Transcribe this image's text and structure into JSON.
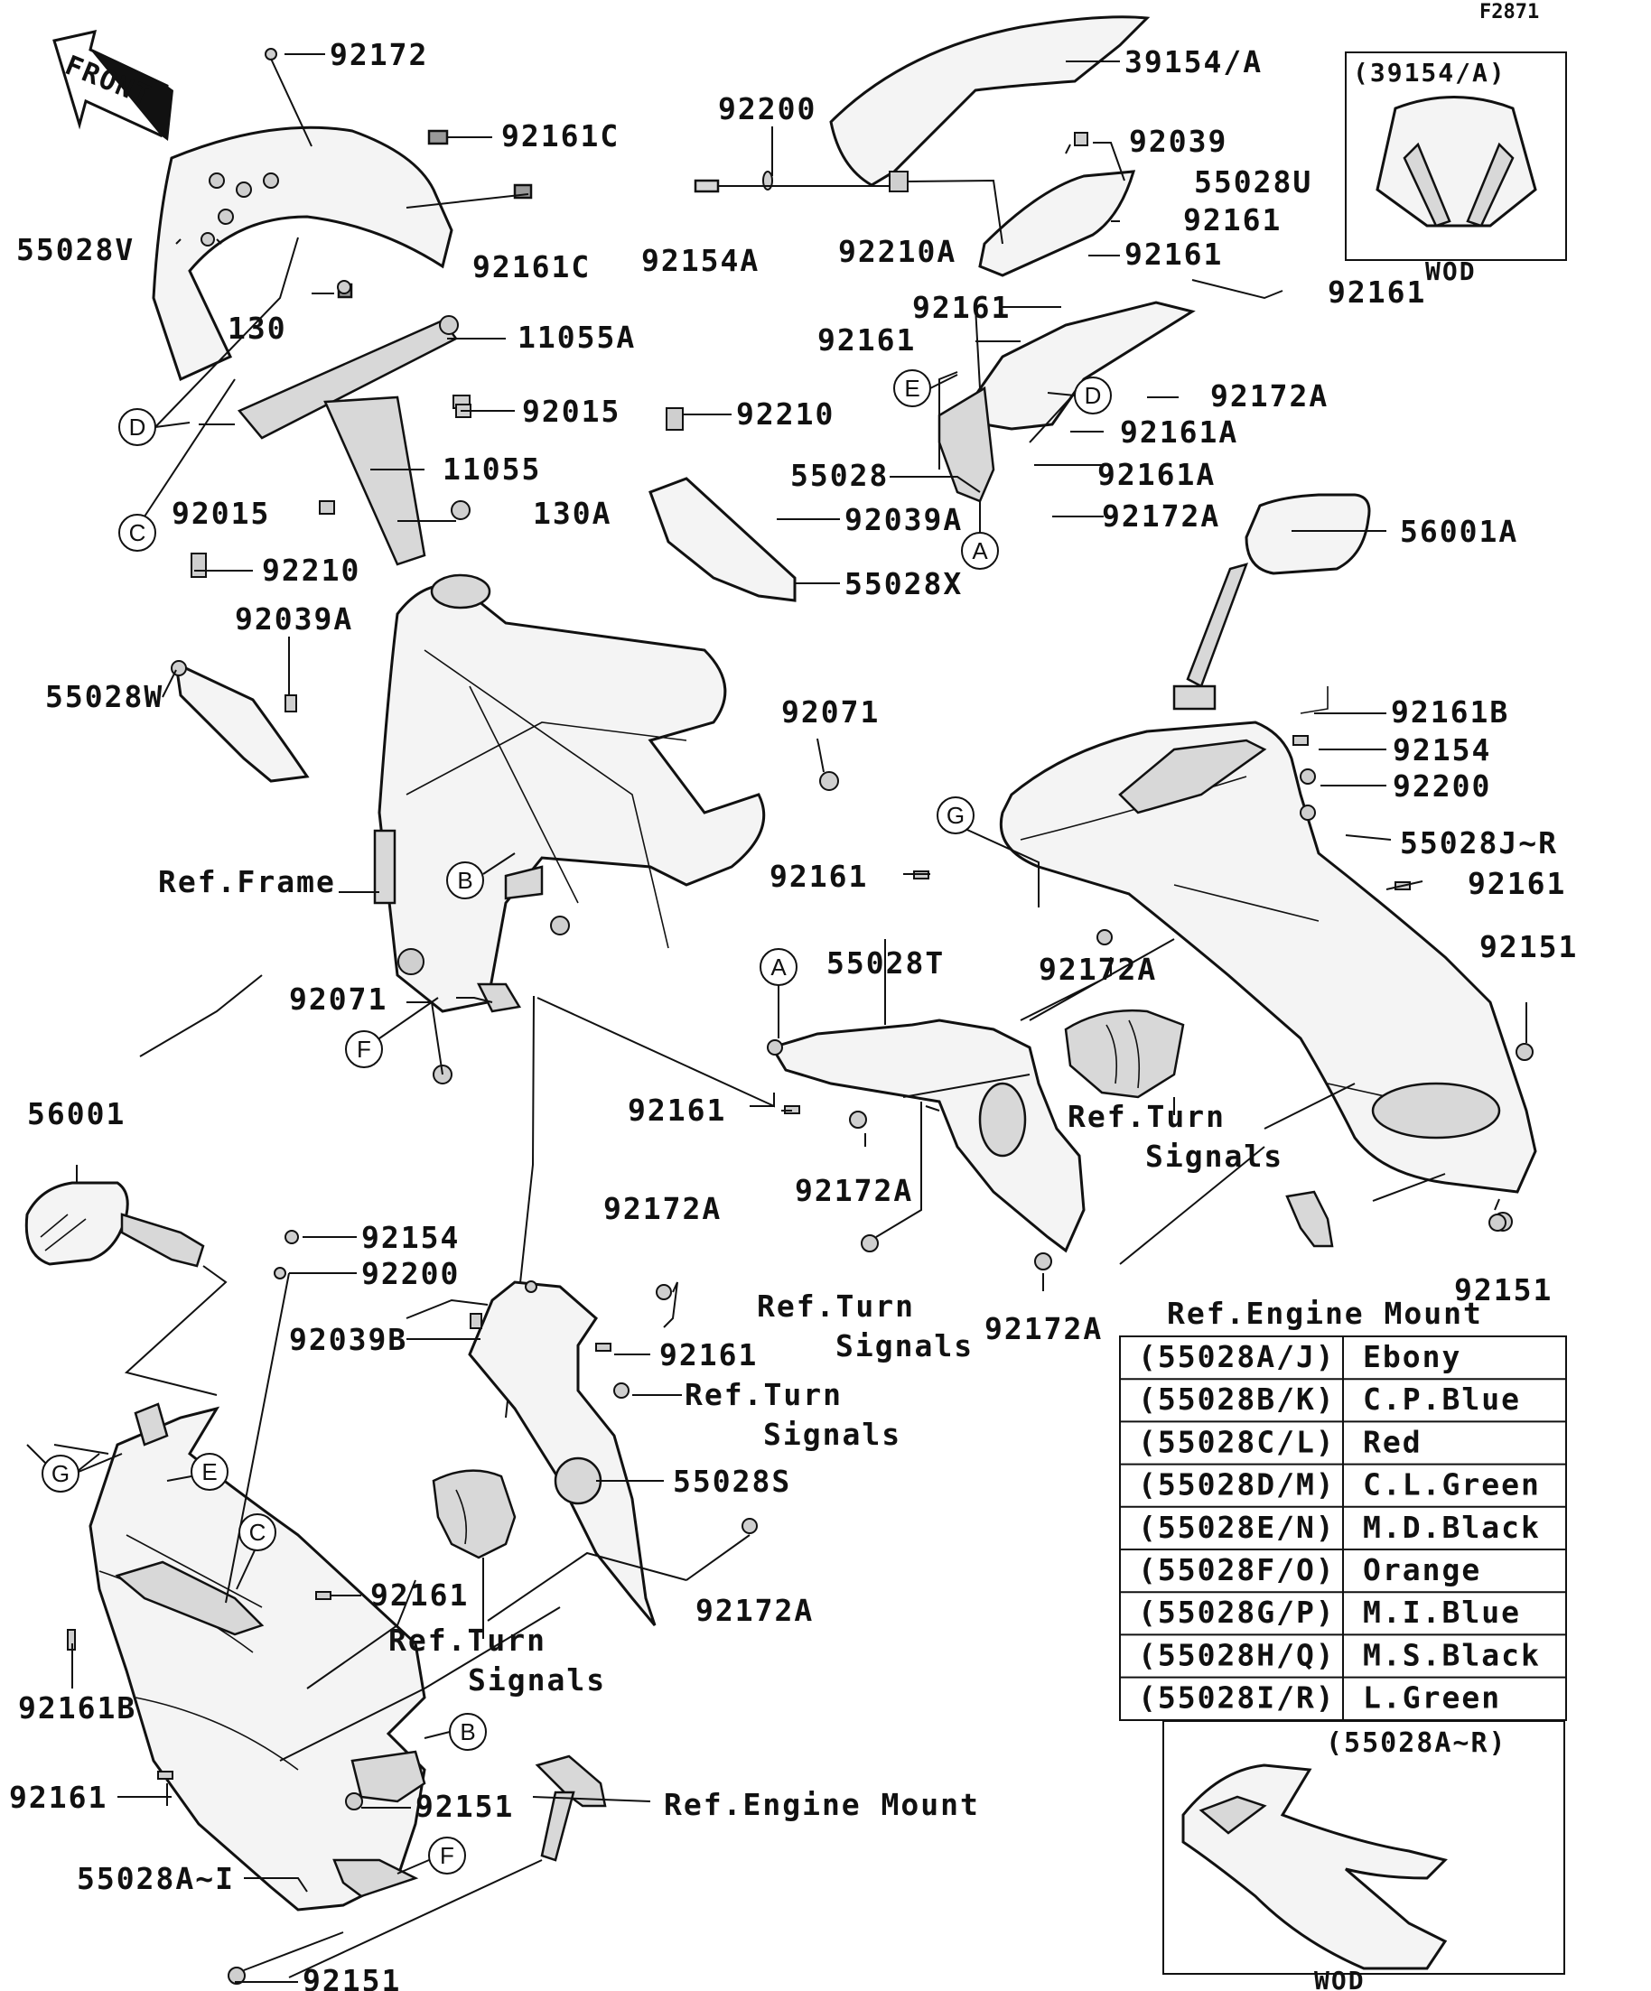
{
  "diagram_code": "F2871",
  "front_arrow_label": "FRONT",
  "labels": {
    "p92172": "92172",
    "p92161C_a": "92161C",
    "p92161C_b": "92161C",
    "p55028V": "55028V",
    "p130": "130",
    "p11055A": "11055A",
    "p92015_a": "92015",
    "p92015_b": "92015",
    "p11055": "11055",
    "p130A": "130A",
    "p92210_a": "92210",
    "p92039A_a": "92039A",
    "p55028W": "55028W",
    "p92200_a": "92200",
    "p92154A": "92154A",
    "p92210A": "92210A",
    "p39154A": "39154/A",
    "p92039": "92039",
    "p55028U": "55028U",
    "p92161_1": "92161",
    "p92161_2": "92161",
    "p92161_3": "92161",
    "p92161_4": "92161",
    "p92161_5": "92161",
    "p92172A_1": "92172A",
    "p92161A_1": "92161A",
    "p92161A_2": "92161A",
    "p92172A_2": "92172A",
    "p55028": "55028",
    "p92210_b": "92210",
    "p92039A_b": "92039A",
    "p55028X": "55028X",
    "p56001A": "56001A",
    "p92071_a": "92071",
    "p92071_b": "92071",
    "ref_frame": "Ref.Frame",
    "p92161B_a": "92161B",
    "p92154_a": "92154",
    "p92200_b": "92200",
    "p55028JR": "55028J~R",
    "p92161_6": "92161",
    "p92161_7": "92161",
    "p92151_a": "92151",
    "p55028T": "55028T",
    "p92172A_3": "92172A",
    "p92161_8": "92161",
    "p92172A_4": "92172A",
    "ref_turn_1a": "Ref.Turn",
    "ref_turn_1b": "Signals",
    "p92151_b": "92151",
    "ref_engine_1": "Ref.Engine Mount",
    "p56001": "56001",
    "p92154_b": "92154",
    "p92200_c": "92200",
    "p92039B": "92039B",
    "p92172A_5": "92172A",
    "p92161_9": "92161",
    "ref_turn_2a": "Ref.Turn",
    "ref_turn_2b": "Signals",
    "p92172A_6": "92172A",
    "ref_turn_3a": "Ref.Turn",
    "ref_turn_3b": "Signals",
    "p55028S": "55028S",
    "p92172A_7": "92172A",
    "p92161_10": "92161",
    "ref_turn_4a": "Ref.Turn",
    "ref_turn_4b": "Signals",
    "p92161B_b": "92161B",
    "p92161_11": "92161",
    "p92151_c": "92151",
    "ref_engine_2": "Ref.Engine Mount",
    "p55028AI": "55028A~I",
    "p92151_d": "92151"
  },
  "callouts": {
    "a1": "A",
    "a2": "A",
    "b1": "B",
    "b2": "B",
    "c1": "C",
    "c2": "C",
    "d1": "D",
    "d2": "D",
    "e1": "E",
    "e2": "E",
    "f1": "F",
    "f2": "F",
    "g1": "G",
    "g2": "G"
  },
  "inset_windshield": {
    "title": "(39154/A)",
    "caption": "WOD"
  },
  "inset_cowl": {
    "title": "(55028A~R)",
    "caption": "WOD"
  },
  "color_table": [
    {
      "code": "(55028A/J)",
      "color": "Ebony"
    },
    {
      "code": "(55028B/K)",
      "color": "C.P.Blue"
    },
    {
      "code": "(55028C/L)",
      "color": "Red"
    },
    {
      "code": "(55028D/M)",
      "color": "C.L.Green"
    },
    {
      "code": "(55028E/N)",
      "color": "M.D.Black"
    },
    {
      "code": "(55028F/O)",
      "color": "Orange"
    },
    {
      "code": "(55028G/P)",
      "color": "M.I.Blue"
    },
    {
      "code": "(55028H/Q)",
      "color": "M.S.Black"
    },
    {
      "code": "(55028I/R)",
      "color": "L.Green"
    }
  ]
}
